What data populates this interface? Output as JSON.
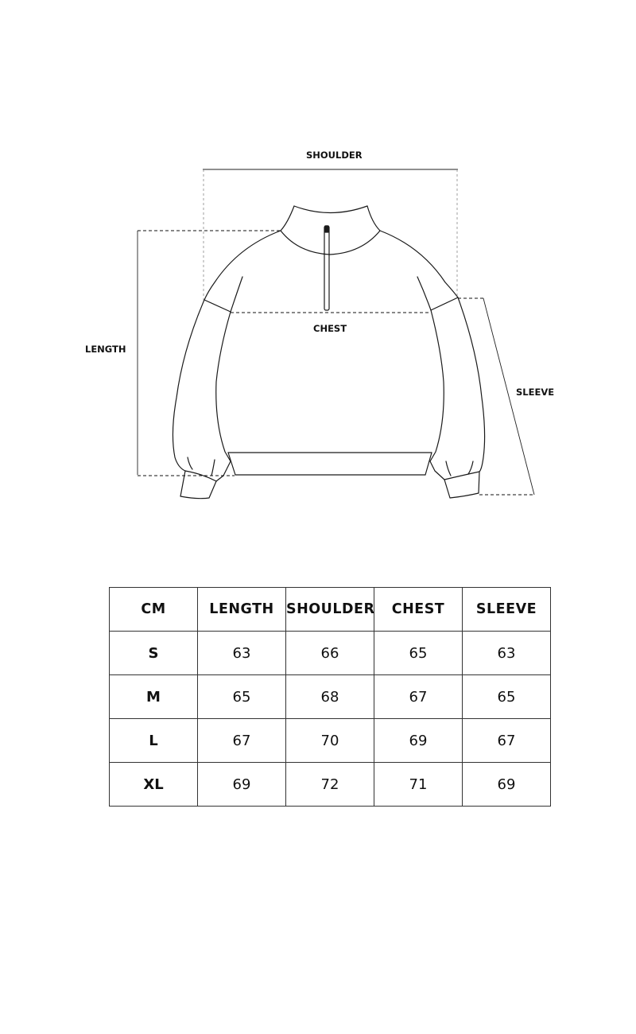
{
  "diagram": {
    "garment": "half-zip sweatshirt",
    "labels": {
      "shoulder": "SHOULDER",
      "chest": "CHEST",
      "length": "LENGTH",
      "sleeve": "SLEEVE"
    }
  },
  "size_table": {
    "unit_header": "CM",
    "columns": [
      "LENGTH",
      "SHOULDER",
      "CHEST",
      "SLEEVE"
    ],
    "rows": [
      {
        "size": "S",
        "values": [
          "63",
          "66",
          "65",
          "63"
        ]
      },
      {
        "size": "M",
        "values": [
          "65",
          "68",
          "67",
          "65"
        ]
      },
      {
        "size": "L",
        "values": [
          "67",
          "70",
          "69",
          "67"
        ]
      },
      {
        "size": "XL",
        "values": [
          "69",
          "72",
          "71",
          "69"
        ]
      }
    ]
  }
}
